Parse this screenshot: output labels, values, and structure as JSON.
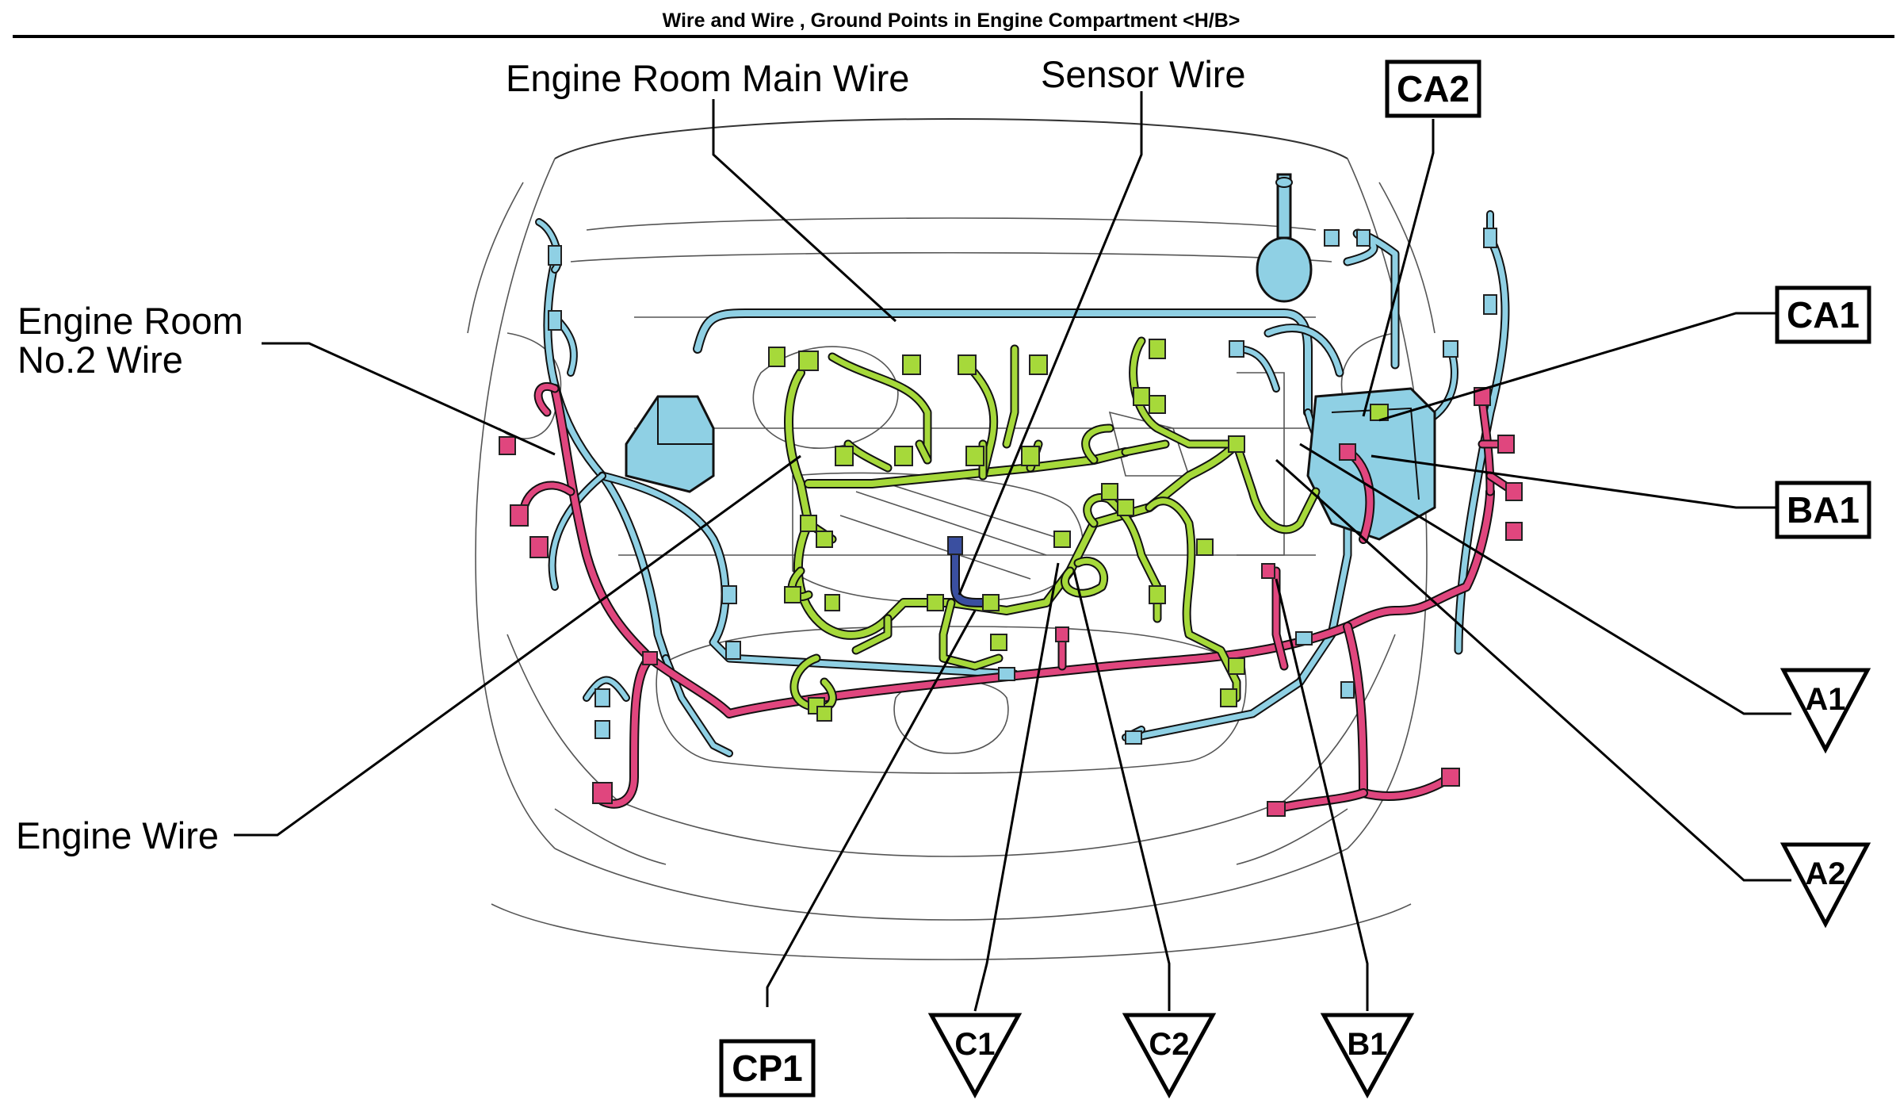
{
  "title": "Wire and Wire , Ground Points in Engine Compartment <H/B>",
  "wire_labels": {
    "engine_room_main": "Engine Room Main Wire",
    "sensor": "Sensor Wire",
    "engine_room_no2_line1": "Engine Room",
    "engine_room_no2_line2": "No.2 Wire",
    "engine": "Engine Wire"
  },
  "connector_codes": {
    "ca2": "CA2",
    "ca1": "CA1",
    "ba1": "BA1",
    "cp1": "CP1"
  },
  "ground_points": {
    "a1": "A1",
    "a2": "A2",
    "c1": "C1",
    "c2": "C2",
    "b1": "B1"
  },
  "colors": {
    "engine_room_main_wire": "#8fd0e4",
    "engine_wire": "#a6d93a",
    "engine_room_no2_wire": "#e0467e",
    "sensor_wire": "#3a4fa0",
    "fuse_box": "#8fd0e4"
  }
}
